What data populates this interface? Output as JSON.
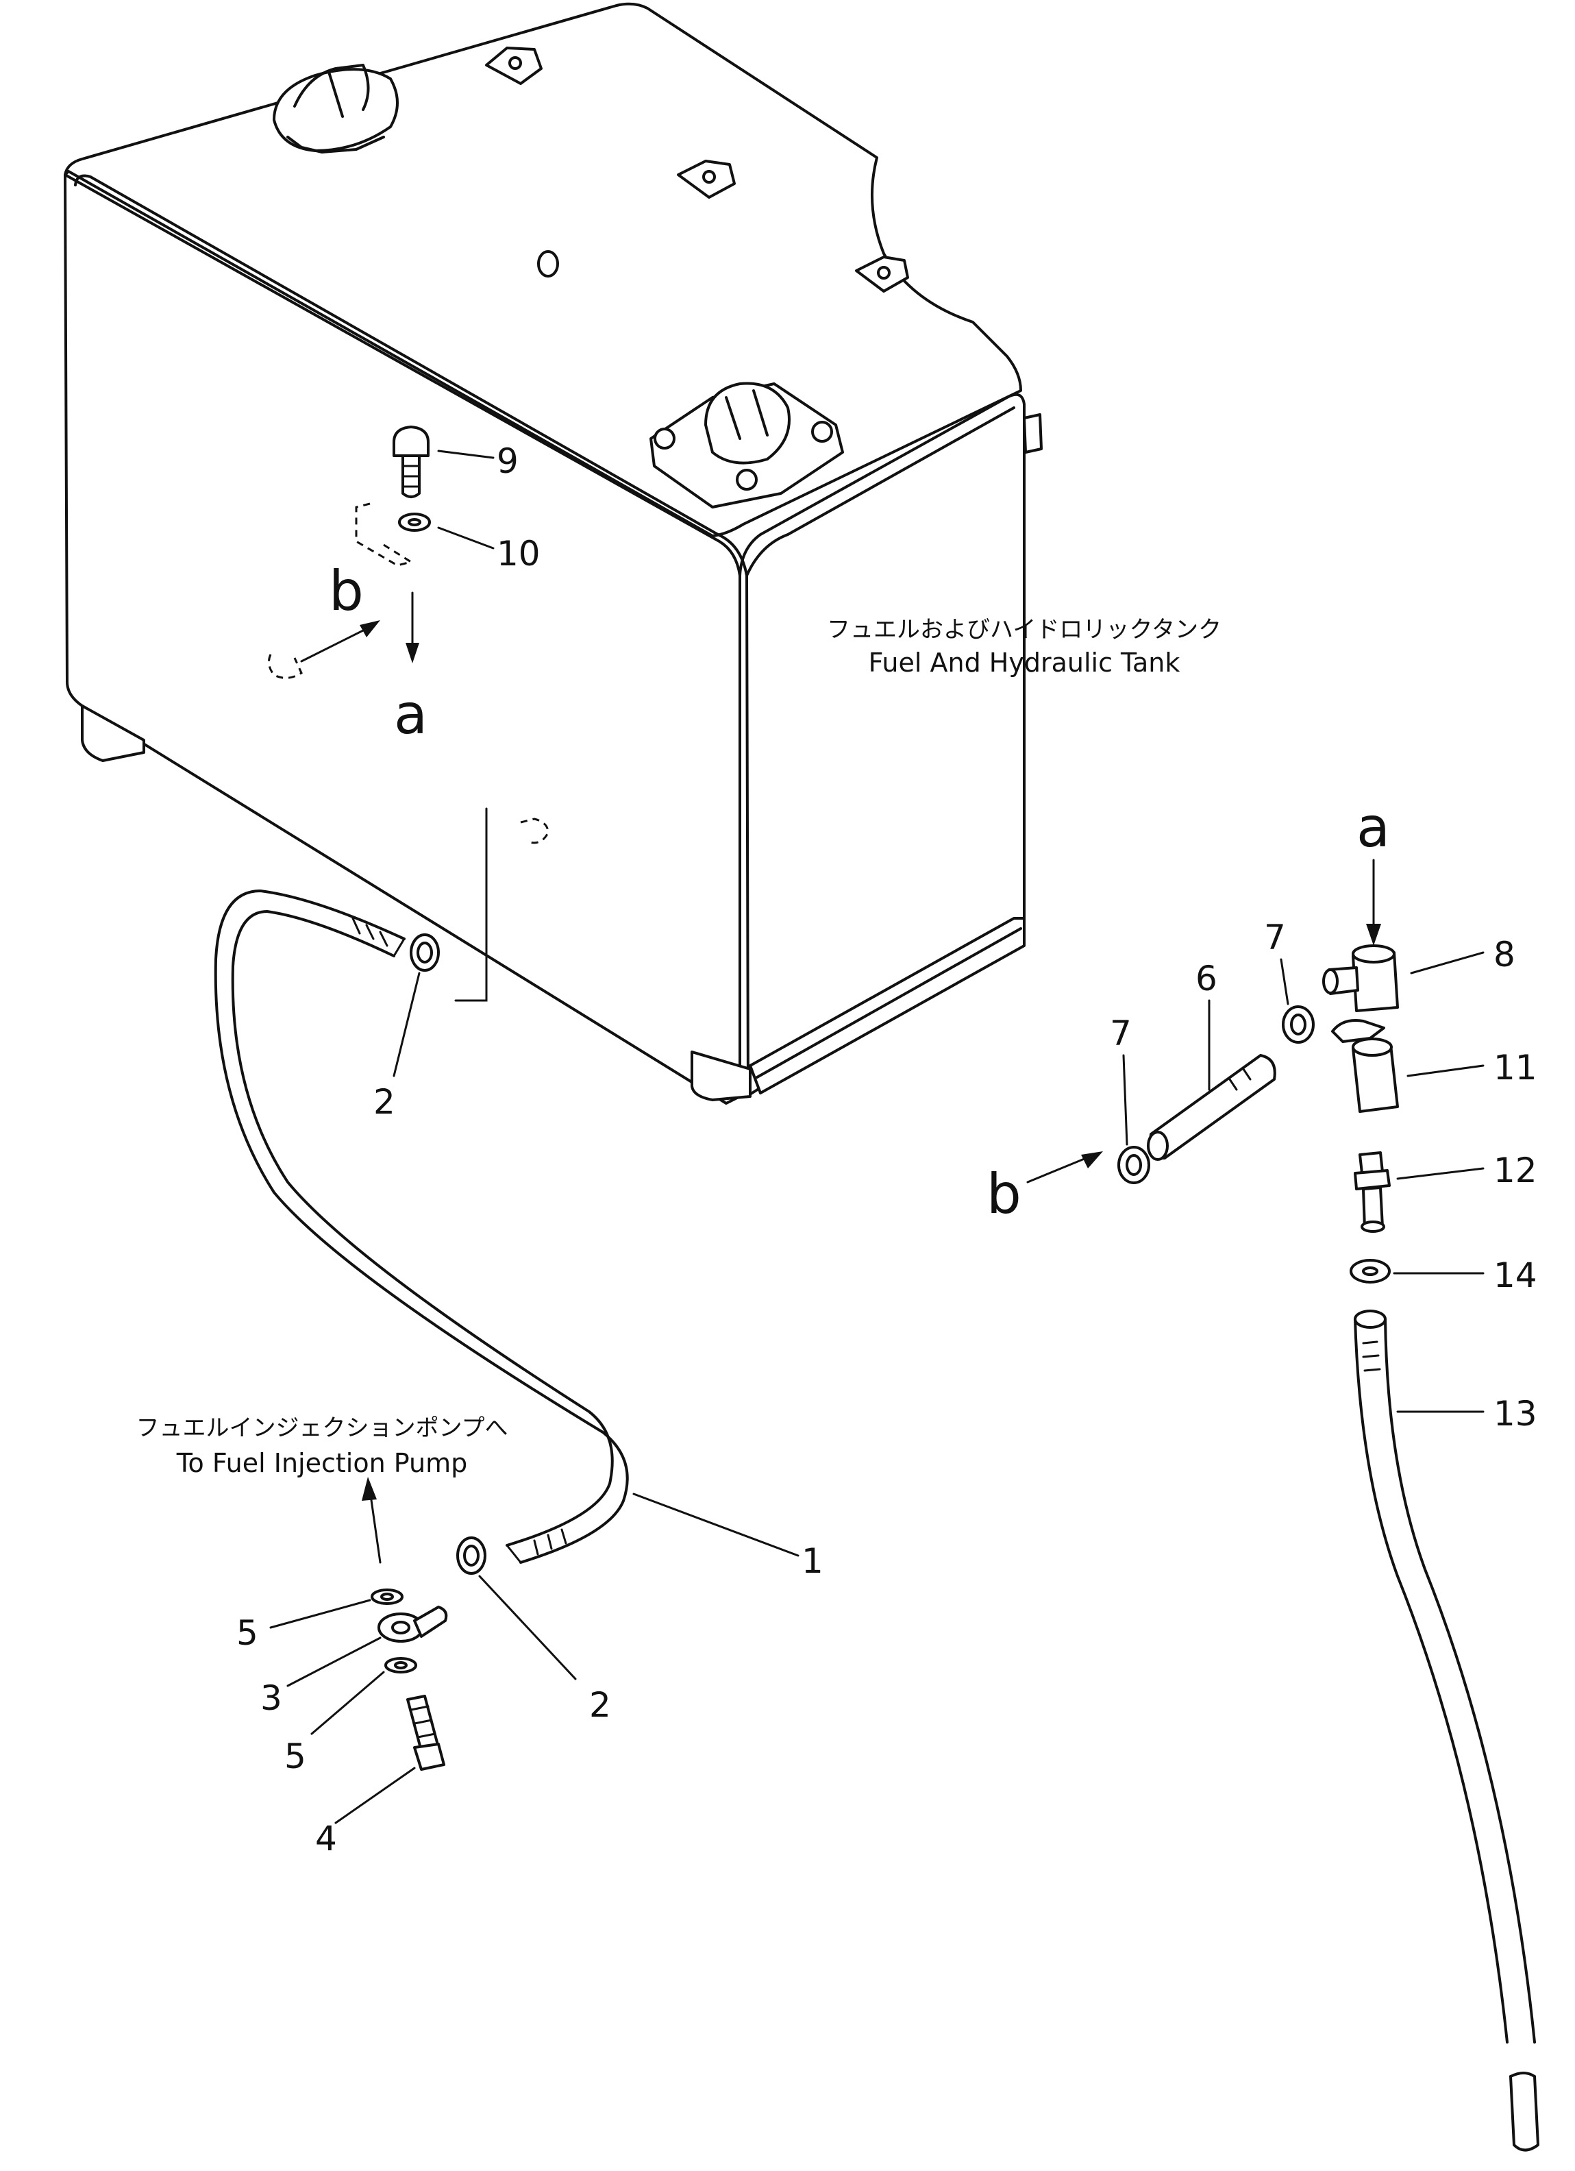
{
  "labels": {
    "tank_jp": "フュエルおよびハイドロリックタンク",
    "tank_en": "Fuel And Hydraulic Tank",
    "pump_jp": "フュエルインジェクションポンプへ",
    "pump_en": "To Fuel Injection Pump",
    "view_a": "a",
    "view_b": "b"
  },
  "callouts": {
    "p1": "1",
    "p2": "2",
    "p3": "3",
    "p4": "4",
    "p5": "5",
    "p6": "6",
    "p7": "7",
    "p8": "8",
    "p9": "9",
    "p10": "10",
    "p11": "11",
    "p12": "12",
    "p13": "13",
    "p14": "14"
  }
}
